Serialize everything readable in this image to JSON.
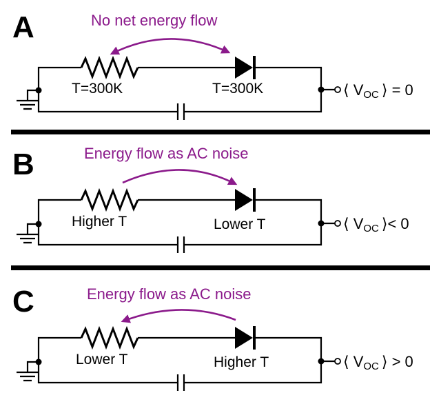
{
  "panels": [
    {
      "letter": "A",
      "caption": "No net energy flow",
      "resistor_label": "T=300K",
      "diode_label": "T=300K",
      "voc_text": "⟨ V",
      "voc_sub": "OC",
      "voc_rel": "⟩ = 0",
      "arrow": "both"
    },
    {
      "letter": "B",
      "caption": "Energy flow as AC noise",
      "resistor_label": "Higher T",
      "diode_label": "Lower T",
      "voc_text": "⟨ V",
      "voc_sub": "OC",
      "voc_rel": "⟩< 0",
      "arrow": "to-diode"
    },
    {
      "letter": "C",
      "caption": "Energy flow as AC noise",
      "resistor_label": "Lower T",
      "diode_label": "Higher T",
      "voc_text": "⟨ V",
      "voc_sub": "OC",
      "voc_rel": "⟩ > 0",
      "arrow": "to-resistor"
    }
  ],
  "colors": {
    "arrow": "#8b1a8b",
    "line": "#000000"
  }
}
